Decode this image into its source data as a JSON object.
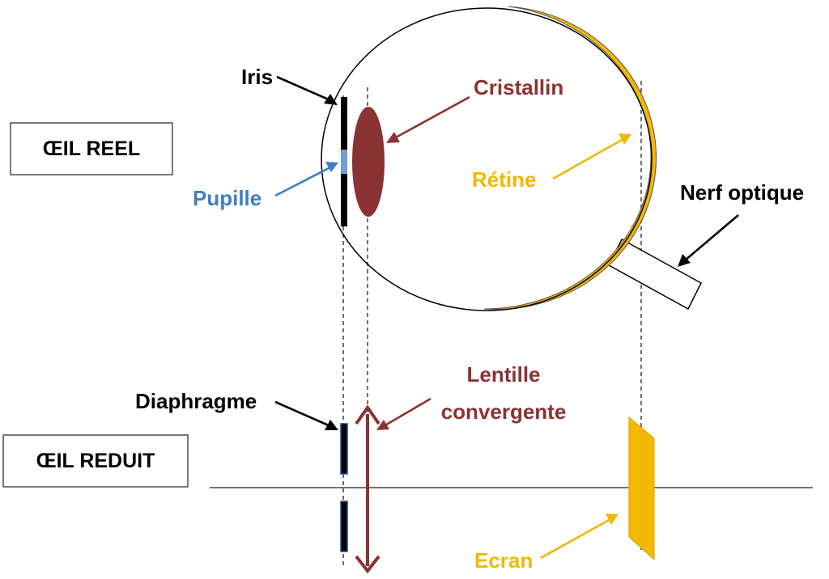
{
  "real_eye": {
    "box_label": "ŒIL REEL",
    "labels": {
      "iris": "Iris",
      "pupil": "Pupille",
      "lens": "Cristallin",
      "retina": "Rétine",
      "optic_nerve": "Nerf optique"
    }
  },
  "reduced_eye": {
    "box_label": "ŒIL REDUIT",
    "labels": {
      "diaphragm": "Diaphragme",
      "lens_line1": "Lentille",
      "lens_line2": "convergente",
      "screen": "Ecran"
    }
  },
  "colors": {
    "black": "#000000",
    "pupil_blue": "#3f7fc4",
    "lens_brown": "#8b3232",
    "retina_yellow": "#f5b800",
    "diaphragm_blue": "#1a4f8c"
  }
}
